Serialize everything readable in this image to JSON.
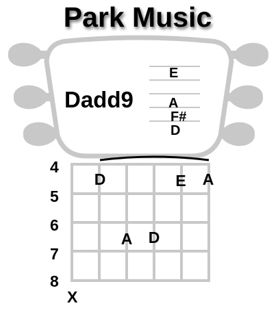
{
  "title": "Park Music",
  "chord": {
    "name": "Dadd9",
    "staff_notes": [
      "E",
      "A",
      "F#",
      "D"
    ]
  },
  "fretboard": {
    "fret_numbers": [
      "4",
      "5",
      "6",
      "7",
      "8"
    ],
    "muted_marker": "X",
    "notes": [
      {
        "label": "D",
        "string": 2,
        "fret": 4
      },
      {
        "label": "E",
        "string": 5,
        "fret": 4
      },
      {
        "label": "A",
        "string": 6,
        "fret": 4
      },
      {
        "label": "A",
        "string": 3,
        "fret": 6
      },
      {
        "label": "D",
        "string": 4,
        "fret": 6
      }
    ]
  },
  "colors": {
    "frame": "#c8c8c8",
    "frame_dark": "#b4b4b4",
    "text": "#000000",
    "shadow": "#9a9a9a"
  }
}
